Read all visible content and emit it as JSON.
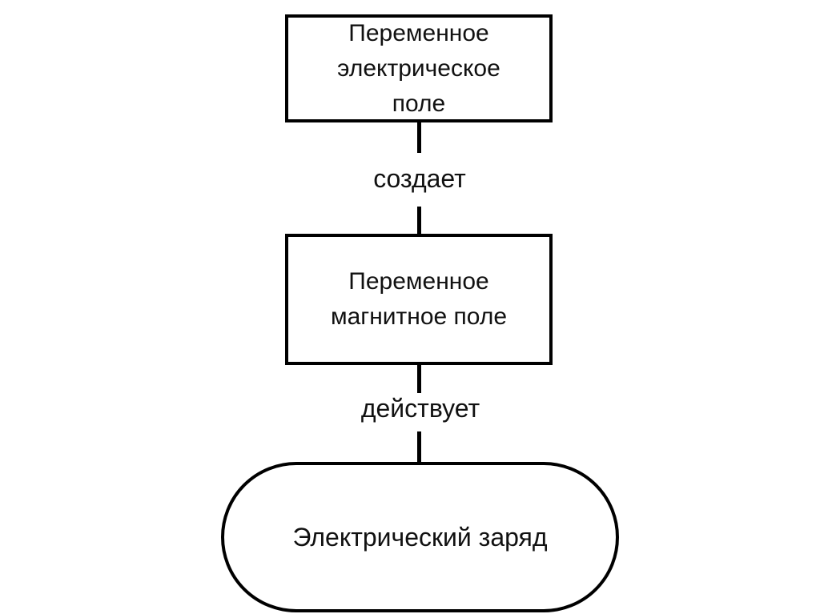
{
  "diagram": {
    "title": "",
    "theme": {
      "background": "#ffffff",
      "stroke": "#000000",
      "text": "#111111"
    },
    "nodes": [
      {
        "id": "electric-field",
        "shape": "rectangle",
        "lines": [
          "Переменное",
          "электрическое",
          "поле"
        ],
        "text": "Переменное электрическое поле"
      },
      {
        "id": "magnetic-field",
        "shape": "rectangle",
        "lines": [
          "Переменное",
          "магнитное поле"
        ],
        "text": "Переменное магнитное поле"
      },
      {
        "id": "electric-charge",
        "shape": "stadium",
        "lines": [
          "Электрический заряд"
        ],
        "text": "Электрический заряд"
      }
    ],
    "connectors": [
      {
        "id": "creates",
        "from": "electric-field",
        "to": "magnetic-field",
        "label": "создает",
        "style": "line"
      },
      {
        "id": "acts",
        "from": "magnetic-field",
        "to": "electric-charge",
        "label": "действует",
        "style": "line"
      }
    ]
  }
}
